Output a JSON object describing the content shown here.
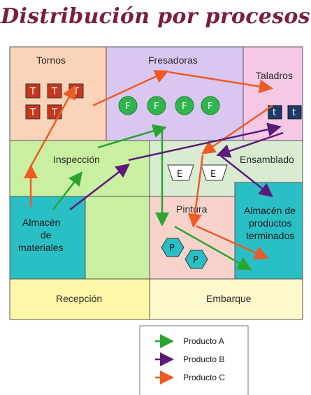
{
  "title": "Distribución por procesos",
  "areas": {
    "tornos": "Tornos",
    "fresadoras": "Fresadoras",
    "taladros": "Taladros",
    "inspeccion": "Inspección",
    "ensamblado": "Ensamblado",
    "almacen_materiales": [
      "Almacén",
      "de",
      "materiales"
    ],
    "pintura": "Pintura",
    "almacen_productos": [
      "Almacén de",
      "productos",
      "terminados"
    ],
    "recepcion": "Recepción",
    "embarque": "Embarque"
  },
  "machines": {
    "torno": "T",
    "fresadora": "F",
    "taladro": "t",
    "ensambladora": "E",
    "pintura": "P"
  },
  "legend": [
    {
      "label": "Producto A",
      "color": "#2aa531"
    },
    {
      "label": "Producto B",
      "color": "#5b1a7a"
    },
    {
      "label": "Producto C",
      "color": "#ee5a24"
    }
  ],
  "colors": {
    "title": "#7a1f3a",
    "tornos_bg": "#fbd3b8",
    "fresadoras_bg": "#d9c7f2",
    "taladros_bg": "#f5c8e6",
    "inspeccion_bg": "#c8f0a0",
    "ensamblado_bg": "#d9ecd2",
    "almacen_bg": "#2abfc5",
    "pintura_bg": "#f8d3cc",
    "recepcion_bg": "#fff8a8",
    "embarque_bg": "#fdf7cc",
    "torno_machine": "#c8361e",
    "fresadora_machine": "#2fb64a",
    "taladro_machine": "#1e3a6b",
    "pintura_machine": "#2abfc5"
  }
}
